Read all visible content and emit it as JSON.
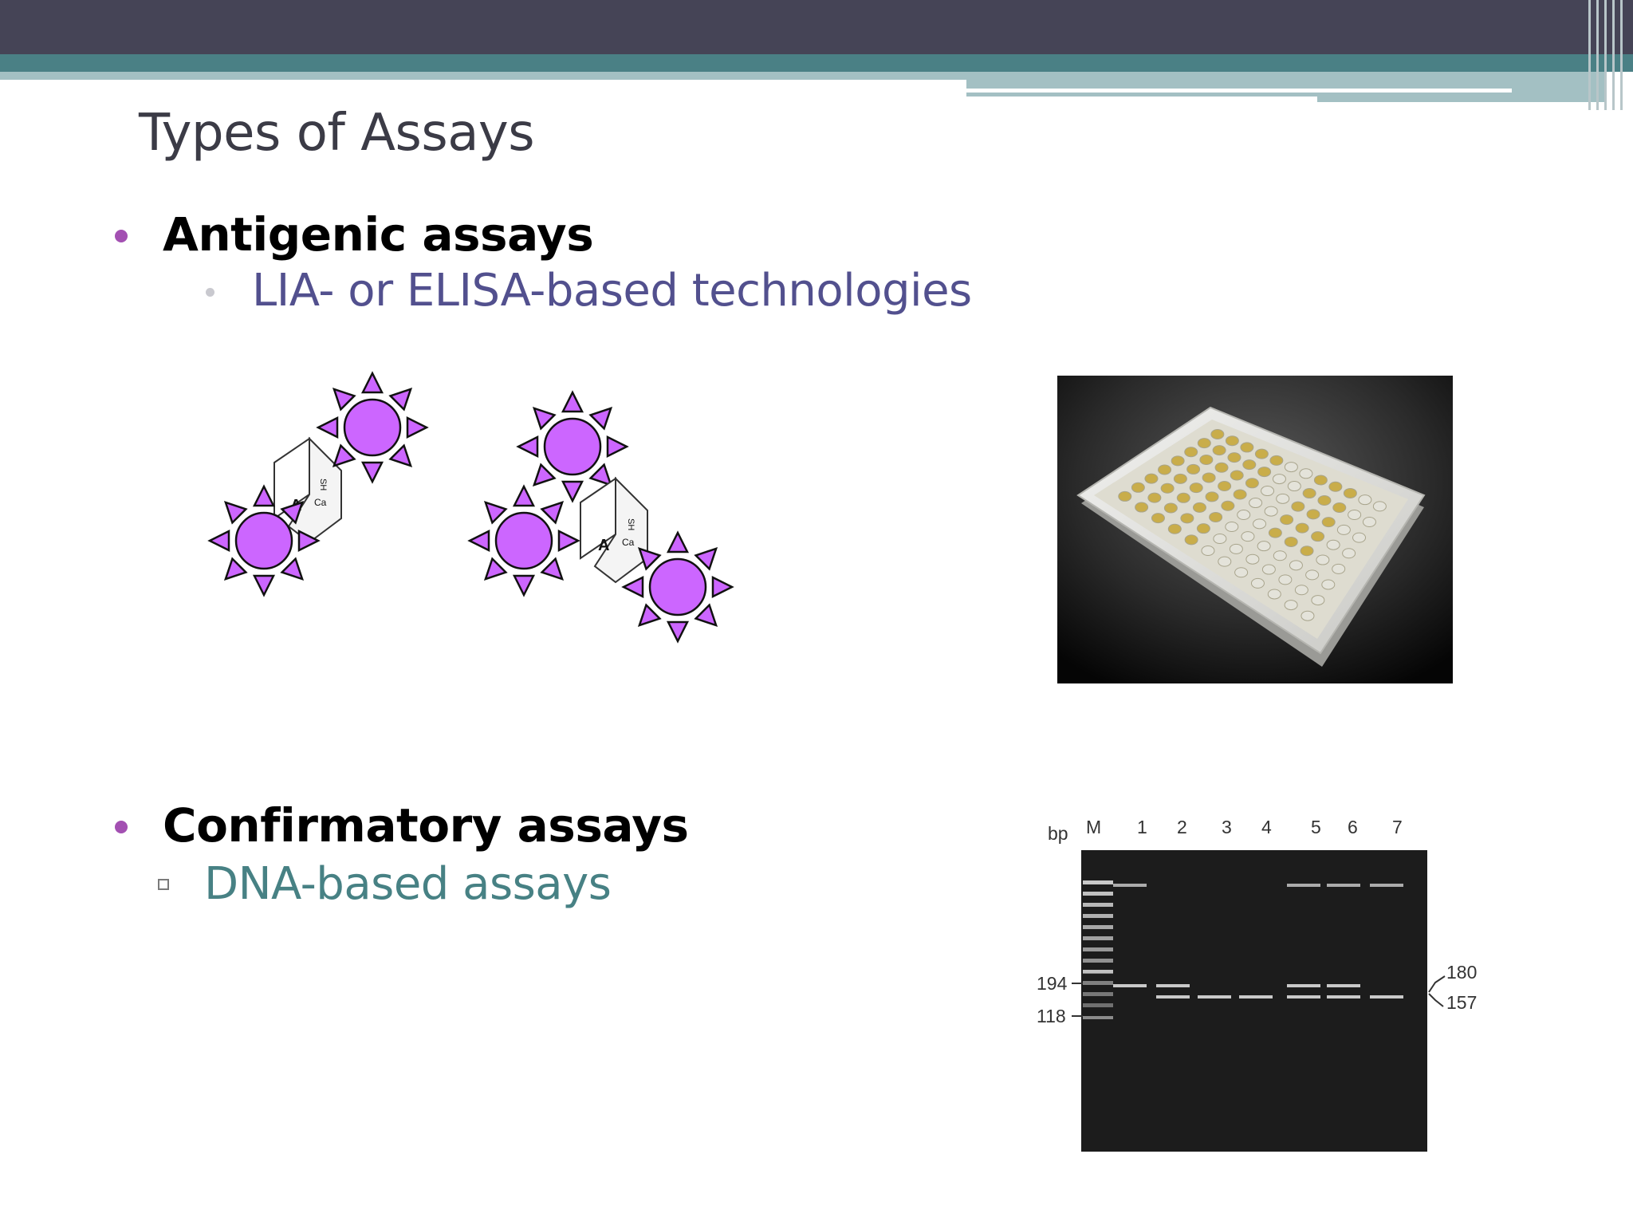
{
  "slide": {
    "title": "Types of Assays",
    "bullets": [
      {
        "label": "Antigenic assays",
        "sub": "LIA- or ELISA-based technologies"
      },
      {
        "label": "Confirmatory assays",
        "sub": "DNA-based assays"
      }
    ]
  },
  "diagram": {
    "tile_letter": "A",
    "tile_ion": "Ca",
    "tile_group": "SH"
  },
  "gel": {
    "unit_label": "bp",
    "lanes": [
      "M",
      "1",
      "2",
      "3",
      "4",
      "5",
      "6",
      "7"
    ],
    "left_markers": [
      "194",
      "118"
    ],
    "right_markers": [
      "180",
      "157"
    ]
  },
  "colors": {
    "header_dark": "#454456",
    "header_teal": "#4a8085",
    "bullet": "#a350b2",
    "sub1_text": "#52508e",
    "sub2_text": "#478184",
    "antigen_fill": "#cc66ff"
  }
}
